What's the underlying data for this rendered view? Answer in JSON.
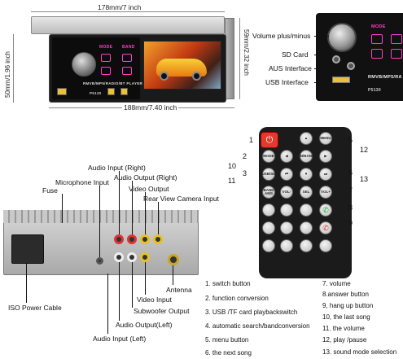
{
  "dimensions": {
    "top_width": "178mm/7 inch",
    "bottom_width": "188mm/7.40 inch",
    "left_height": "50mm/1.96 inch",
    "right_height": "59mm/2.32 inch"
  },
  "unit_face": {
    "mode": "MODE",
    "band": "BAND",
    "format": "RMVB/MP5/RADIO/BT PLAYER",
    "model": "P5130"
  },
  "closeup": {
    "labels": {
      "volume": "Volume plus/minus",
      "sd": "SD Card",
      "aus": "AUS Interface",
      "usb": "USB Interface"
    },
    "face_text": {
      "mode": "MODE",
      "format": "RMVB/MP5/RA",
      "model": "P5130"
    }
  },
  "remote": {
    "callouts_left": [
      "2",
      "10",
      "11"
    ],
    "callouts_right": [
      "5",
      "12",
      "6",
      "13",
      "7",
      "8",
      "9"
    ],
    "callout_top_left": "1",
    "callout_left_3": "3",
    "buttons": {
      "mode": "MODE",
      "en": "EN/BAND",
      "usb": "USB/SD",
      "menu": "MENU",
      "band": "BAND AMS",
      "vol_minus": "VOL-",
      "sel": "SEL",
      "vol_plus": "VOL+"
    }
  },
  "rear_labels": {
    "fuse": "Fuse",
    "mic": "Microphone Input",
    "audio_in_right": "Audio Input (Right)",
    "audio_out_right": "Audio Output (Right)",
    "video_out": "Video Output",
    "rear_cam": "Rear View Camera Input",
    "iso": "ISO Power Cable",
    "antenna": "Antenna",
    "video_in": "Video Input",
    "subwoofer": "Subwoofer Output",
    "audio_out_left": "Audio Output(Left)",
    "audio_in_left": "Audio Input (Left)"
  },
  "legend": {
    "left": [
      "1. switch button",
      "2. function conversion",
      "3. USB /TF card playbackswitch",
      "4. automatic search/bandconversion",
      "5. menu button",
      "6. the next song"
    ],
    "right": [
      "7. volume",
      "8.answer button",
      "9, hang up button",
      "10, the last song",
      "11. the volume",
      "12, play /pause",
      "13. sound mode selection"
    ]
  }
}
